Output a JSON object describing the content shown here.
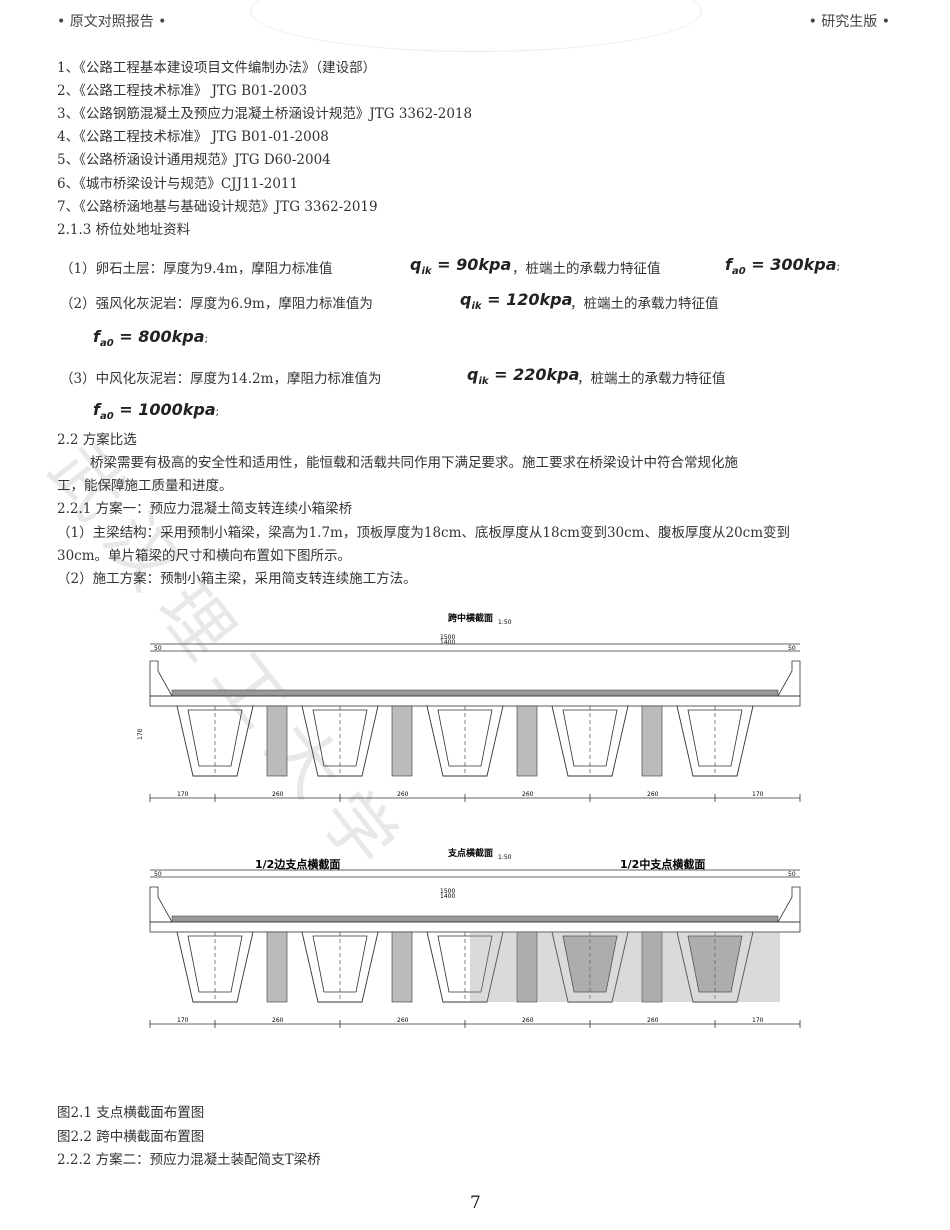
{
  "header": {
    "left": "• 原文对照报告 •",
    "right": "• 研究生版 •"
  },
  "watermark": "武汉理工大学",
  "references": [
    "1、《公路工程基本建设项目文件编制办法》（建设部）",
    "2、《公路工程技术标准》 JTG B01-2003",
    "3、《公路钢筋混凝土及预应力混凝土桥涵设计规范》JTG 3362-2018",
    "4、《公路工程技术标准》 JTG B01-01-2008",
    "5、《公路桥涵设计通用规范》JTG D60-2004",
    "6、《城市桥梁设计与规范》CJJ11-2011",
    "7、《公路桥涵地基与基础设计规范》JTG 3362-2019"
  ],
  "section_213": "2.1.3 桥位处地址资料",
  "soil": [
    {
      "text": "（1）卵石土层：厚度为9.4m，摩阻力标准值",
      "q": "90kpa",
      "mid": "，桩端土的承载力特征值",
      "f": "300kpa"
    },
    {
      "text": "（2）强风化灰泥岩：厚度为6.9m，摩阻力标准值为",
      "q": "120kpa",
      "mid": "，桩端土的承载力特征值",
      "f": "800kpa"
    },
    {
      "text": "（3）中风化灰泥岩：厚度为14.2m，摩阻力标准值为",
      "q": "220kpa",
      "mid": "，桩端土的承载力特征值",
      "f": "1000kpa"
    }
  ],
  "math": {
    "q_sym": "q",
    "q_sub": "ik",
    "f_sym": "f",
    "f_sub": "a0",
    "eq": " = ",
    "semi": ";"
  },
  "section_22": "2.2 方案比选",
  "para_22": [
    "桥梁需要有极高的安全性和适用性，能恒载和活载共同作用下满足要求。施工要求在桥梁设计中符合常规化施",
    "工，能保障施工质量和进度。"
  ],
  "section_221": "2.2.1 方案一：预应力混凝土简支转连续小箱梁桥",
  "plan1": [
    "（1）主梁结构：采用预制小箱梁，梁高为1.7m，顶板厚度为18cm、底板厚度从18cm变到30cm、腹板厚度从20cm变到",
    "30cm。单片箱梁的尺寸和横向布置如下图所示。",
    "（2）施工方案：预制小箱主梁，采用简支转连续施工方法。"
  ],
  "figure": {
    "top_title": "跨中横截面",
    "scale": "1:50",
    "bottom_title": "支点横截面",
    "bottom_left": "1/2边支点横截面",
    "bottom_right": "1/2中支点横截面",
    "total": "1500",
    "inner": "1400",
    "edge": "50",
    "height": "170",
    "bottom_dims": [
      "170",
      "260",
      "260",
      "260",
      "260",
      "170"
    ]
  },
  "captions": [
    "图2.1 支点横截面布置图",
    "图2.2 跨中横截面布置图"
  ],
  "section_222": "2.2.2 方案二：预应力混凝土装配简支T梁桥",
  "page_number": "7"
}
